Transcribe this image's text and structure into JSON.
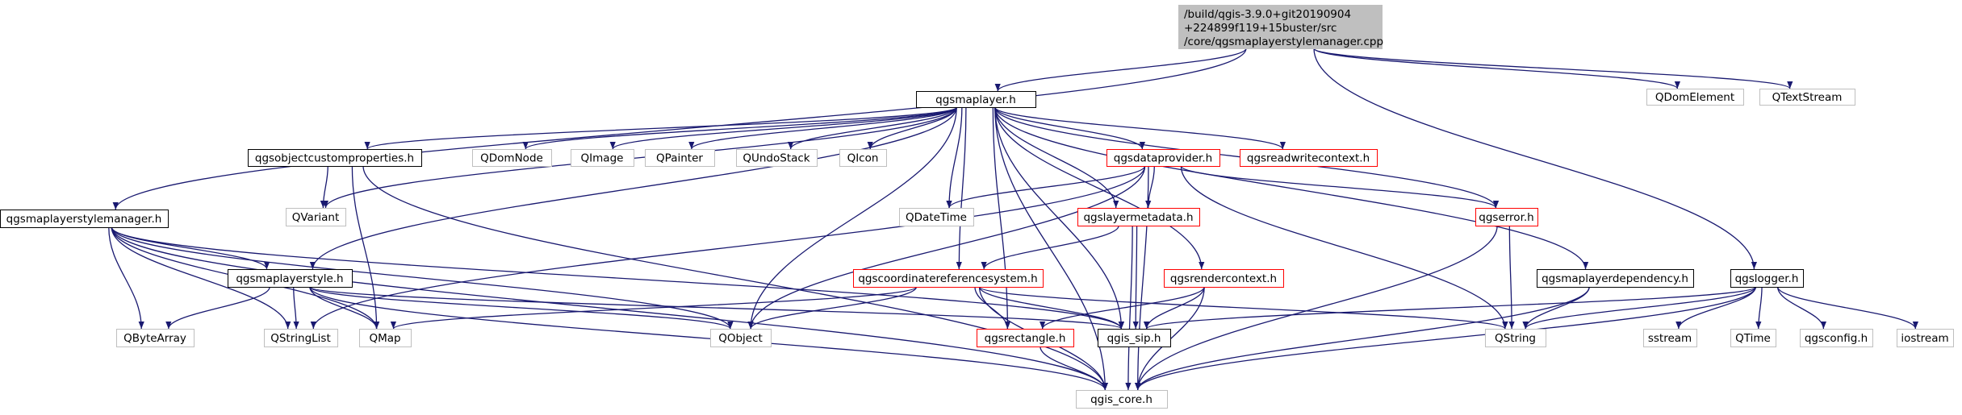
{
  "colors": {
    "edge": "#191970",
    "root_fill": "#bfbfbf",
    "border_black": "#000000",
    "border_red": "#ff0000",
    "border_gray": "#bfbfbf"
  },
  "nodes": {
    "root": {
      "lines": [
        "/build/qgis-3.9.0+git20190904",
        "+224899f119+15buster/src",
        "/core/qgsmaplayerstylemanager.cpp"
      ],
      "border": "gray",
      "fill": "gray"
    },
    "qgsmaplayer_h": {
      "label": "qgsmaplayer.h",
      "border": "black"
    },
    "qdomelement": {
      "label": "QDomElement",
      "border": "gray"
    },
    "qtextstream": {
      "label": "QTextStream",
      "border": "gray"
    },
    "qgsmaplayerstylemanager_h": {
      "label": "qgsmaplayerstylemanager.h",
      "border": "black"
    },
    "qgsobjectcustomproperties_h": {
      "label": "qgsobjectcustomproperties.h",
      "border": "black"
    },
    "qdomnode": {
      "label": "QDomNode",
      "border": "gray"
    },
    "qimage": {
      "label": "QImage",
      "border": "gray"
    },
    "qpainter": {
      "label": "QPainter",
      "border": "gray"
    },
    "qundostack": {
      "label": "QUndoStack",
      "border": "gray"
    },
    "qicon": {
      "label": "QIcon",
      "border": "gray"
    },
    "qgsdataprovider_h": {
      "label": "qgsdataprovider.h",
      "border": "red"
    },
    "qgsreadwritecontext_h": {
      "label": "qgsreadwritecontext.h",
      "border": "red"
    },
    "qvariant": {
      "label": "QVariant",
      "border": "gray"
    },
    "qdatetime": {
      "label": "QDateTime",
      "border": "gray"
    },
    "qgslayermetadata_h": {
      "label": "qgslayermetadata.h",
      "border": "red"
    },
    "qgserror_h": {
      "label": "qgserror.h",
      "border": "red"
    },
    "qgsmaplayerstyle_h": {
      "label": "qgsmaplayerstyle.h",
      "border": "black"
    },
    "qgscoordinatereferencesystem_h": {
      "label": "qgscoordinatereferencesystem.h",
      "border": "red"
    },
    "qgsrendercontext_h": {
      "label": "qgsrendercontext.h",
      "border": "red"
    },
    "qgsmaplayerdependency_h": {
      "label": "qgsmaplayerdependency.h",
      "border": "black"
    },
    "qgslogger_h": {
      "label": "qgslogger.h",
      "border": "black"
    },
    "qbytearray": {
      "label": "QByteArray",
      "border": "gray"
    },
    "qstringlist": {
      "label": "QStringList",
      "border": "gray"
    },
    "qmap": {
      "label": "QMap",
      "border": "gray"
    },
    "qobject": {
      "label": "QObject",
      "border": "gray"
    },
    "qgsrectangle_h": {
      "label": "qgsrectangle.h",
      "border": "red"
    },
    "qgis_sip_h": {
      "label": "qgis_sip.h",
      "border": "black"
    },
    "qstring": {
      "label": "QString",
      "border": "gray"
    },
    "sstream": {
      "label": "sstream",
      "border": "gray"
    },
    "qtime": {
      "label": "QTime",
      "border": "gray"
    },
    "qgsconfig_h": {
      "label": "qgsconfig.h",
      "border": "gray"
    },
    "iostream": {
      "label": "iostream",
      "border": "gray"
    },
    "qgis_core_h": {
      "label": "qgis_core.h",
      "border": "gray"
    }
  },
  "edges": [
    [
      "root",
      "qgsmaplayer_h"
    ],
    [
      "root",
      "qdomelement"
    ],
    [
      "root",
      "qtextstream"
    ],
    [
      "root",
      "qgsmaplayerstylemanager_h"
    ],
    [
      "root",
      "qgslogger_h"
    ],
    [
      "qgsmaplayer_h",
      "qgsobjectcustomproperties_h"
    ],
    [
      "qgsmaplayer_h",
      "qdomnode"
    ],
    [
      "qgsmaplayer_h",
      "qimage"
    ],
    [
      "qgsmaplayer_h",
      "qpainter"
    ],
    [
      "qgsmaplayer_h",
      "qundostack"
    ],
    [
      "qgsmaplayer_h",
      "qicon"
    ],
    [
      "qgsmaplayer_h",
      "qgsdataprovider_h"
    ],
    [
      "qgsmaplayer_h",
      "qgsreadwritecontext_h"
    ],
    [
      "qgsmaplayer_h",
      "qvariant"
    ],
    [
      "qgsmaplayer_h",
      "qdatetime"
    ],
    [
      "qgsmaplayer_h",
      "qgslayermetadata_h"
    ],
    [
      "qgsmaplayer_h",
      "qgserror_h"
    ],
    [
      "qgsmaplayer_h",
      "qgsmaplayerstyle_h"
    ],
    [
      "qgsmaplayer_h",
      "qgscoordinatereferencesystem_h"
    ],
    [
      "qgsmaplayer_h",
      "qgsrendercontext_h"
    ],
    [
      "qgsmaplayer_h",
      "qgsmaplayerdependency_h"
    ],
    [
      "qgsmaplayer_h",
      "qobject"
    ],
    [
      "qgsmaplayer_h",
      "qgsrectangle_h"
    ],
    [
      "qgsmaplayer_h",
      "qgis_sip_h"
    ],
    [
      "qgsmaplayer_h",
      "qgis_core_h"
    ],
    [
      "qgsobjectcustomproperties_h",
      "qvariant"
    ],
    [
      "qgsobjectcustomproperties_h",
      "qmap"
    ],
    [
      "qgsobjectcustomproperties_h",
      "qgis_core_h"
    ],
    [
      "qgsmaplayerstylemanager_h",
      "qgsmaplayerstyle_h"
    ],
    [
      "qgsmaplayerstylemanager_h",
      "qbytearray"
    ],
    [
      "qgsmaplayerstylemanager_h",
      "qstringlist"
    ],
    [
      "qgsmaplayerstylemanager_h",
      "qmap"
    ],
    [
      "qgsmaplayerstylemanager_h",
      "qobject"
    ],
    [
      "qgsmaplayerstylemanager_h",
      "qgis_sip_h"
    ],
    [
      "qgsmaplayerstylemanager_h",
      "qgis_core_h"
    ],
    [
      "qgsmaplayerstyle_h",
      "qbytearray"
    ],
    [
      "qgsmaplayerstyle_h",
      "qstringlist"
    ],
    [
      "qgsmaplayerstyle_h",
      "qmap"
    ],
    [
      "qgsmaplayerstyle_h",
      "qobject"
    ],
    [
      "qgsmaplayerstyle_h",
      "qgis_sip_h"
    ],
    [
      "qgsmaplayerstyle_h",
      "qgis_core_h"
    ],
    [
      "qgsdataprovider_h",
      "qdatetime"
    ],
    [
      "qgsdataprovider_h",
      "qgslayermetadata_h"
    ],
    [
      "qgsdataprovider_h",
      "qgserror_h"
    ],
    [
      "qgsdataprovider_h",
      "qobject"
    ],
    [
      "qgsdataprovider_h",
      "qstringlist"
    ],
    [
      "qgsdataprovider_h",
      "qstring"
    ],
    [
      "qgsdataprovider_h",
      "qgis_core_h"
    ],
    [
      "qgslayermetadata_h",
      "qgscoordinatereferencesystem_h"
    ],
    [
      "qgslayermetadata_h",
      "qgis_sip_h"
    ],
    [
      "qgslayermetadata_h",
      "qgis_core_h"
    ],
    [
      "qgserror_h",
      "qstring"
    ],
    [
      "qgserror_h",
      "qgis_core_h"
    ],
    [
      "qgscoordinatereferencesystem_h",
      "qgsrectangle_h"
    ],
    [
      "qgscoordinatereferencesystem_h",
      "qgis_sip_h"
    ],
    [
      "qgscoordinatereferencesystem_h",
      "qmap"
    ],
    [
      "qgscoordinatereferencesystem_h",
      "qobject"
    ],
    [
      "qgscoordinatereferencesystem_h",
      "qstring"
    ],
    [
      "qgscoordinatereferencesystem_h",
      "qgis_core_h"
    ],
    [
      "qgsrendercontext_h",
      "qgsrectangle_h"
    ],
    [
      "qgsrendercontext_h",
      "qgis_sip_h"
    ],
    [
      "qgsrendercontext_h",
      "qgis_core_h"
    ],
    [
      "qgsmaplayerdependency_h",
      "qstring"
    ],
    [
      "qgsmaplayerdependency_h",
      "qgis_core_h"
    ],
    [
      "qgslogger_h",
      "qgis_sip_h"
    ],
    [
      "qgslogger_h",
      "qstring"
    ],
    [
      "qgslogger_h",
      "sstream"
    ],
    [
      "qgslogger_h",
      "qtime"
    ],
    [
      "qgslogger_h",
      "qgsconfig_h"
    ],
    [
      "qgslogger_h",
      "iostream"
    ],
    [
      "qgslogger_h",
      "qgis_core_h"
    ],
    [
      "qgsrectangle_h",
      "qgis_core_h"
    ]
  ]
}
